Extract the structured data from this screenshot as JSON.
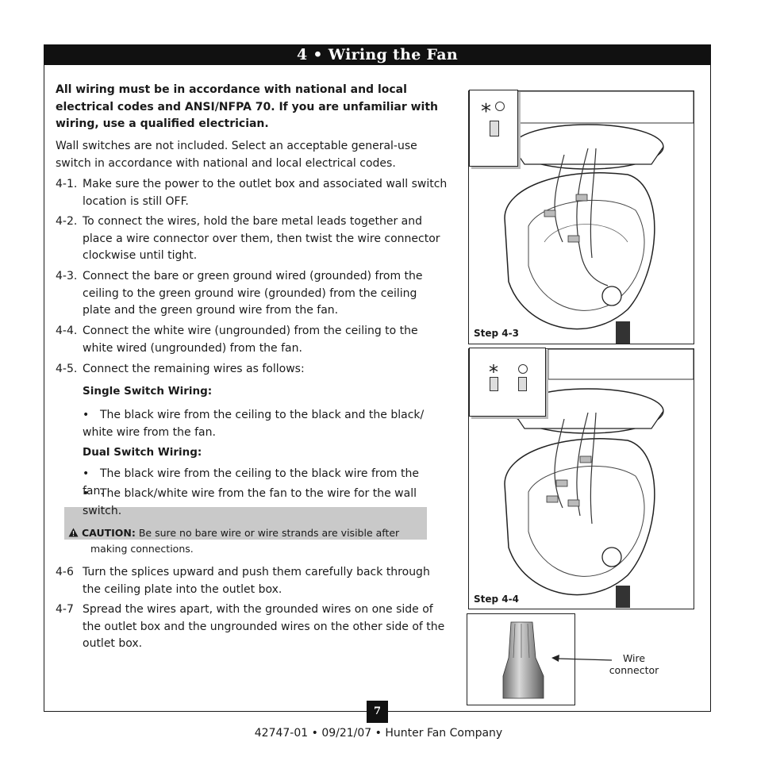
{
  "section_title": "4 • Wiring the Fan",
  "lead_warning": "All wiring must be in accordance with national and local electrical codes and ANSI/NFPA 70. If you are unfamiliar with wiring, use a qualified electrician.",
  "intro": "Wall switches are not included. Select an acceptable general-use switch in accordance with national and local electrical codes.",
  "steps": [
    {
      "num": "4-1.",
      "text": "Make sure the power to the outlet box and associated wall switch location is still OFF."
    },
    {
      "num": "4-2.",
      "text": "To connect the wires, hold the bare metal leads together and place a wire connector over them, then twist the wire connector clockwise until tight."
    },
    {
      "num": "4-3.",
      "text": "Connect the bare or green ground wired (grounded) from the ceiling to the green ground wire (grounded) from the ceiling plate and the green ground wire from the fan."
    },
    {
      "num": "4-4.",
      "text": "Connect the white wire (ungrounded) from the ceiling to the white wired (ungrounded) from the fan."
    },
    {
      "num": "4-5.",
      "text": "Connect the remaining wires as follows:"
    },
    {
      "num": "4-6",
      "text": "Turn the splices upward and push them carefully back through the ceiling plate into the outlet box."
    },
    {
      "num": "4-7",
      "text": "Spread the wires apart, with the grounded wires on one side of the outlet box and the ungrounded wires on the other side of the outlet box."
    }
  ],
  "single_switch": {
    "heading": "Single Switch Wiring:",
    "bullets": [
      "The black wire from the ceiling to the black and the black/ white wire from the fan."
    ]
  },
  "dual_switch": {
    "heading": "Dual Switch Wiring:",
    "bullets": [
      "The black wire from the ceiling to the black wire from the fan.",
      "The black/white wire from the fan to the wire for the wall switch."
    ]
  },
  "caution": {
    "label": "CAUTION:",
    "text_line1": "Be sure no bare wire or wire strands are visible after",
    "text_line2": "making connections."
  },
  "figures": {
    "step_43_label": "Step 4-3",
    "step_44_label": "Step 4-4",
    "wire_connector_line1": "Wire",
    "wire_connector_line2": "connector"
  },
  "page_number": "7",
  "footer": "42747-01  •  09/21/07  •  Hunter Fan Company",
  "colors": {
    "title_bar": "#111111",
    "caution_bg": "#c9c9c9"
  },
  "icons": [
    "warning-triangle-icon",
    "asterisk-icon",
    "bulb-icon",
    "toggle-switch-icon"
  ]
}
